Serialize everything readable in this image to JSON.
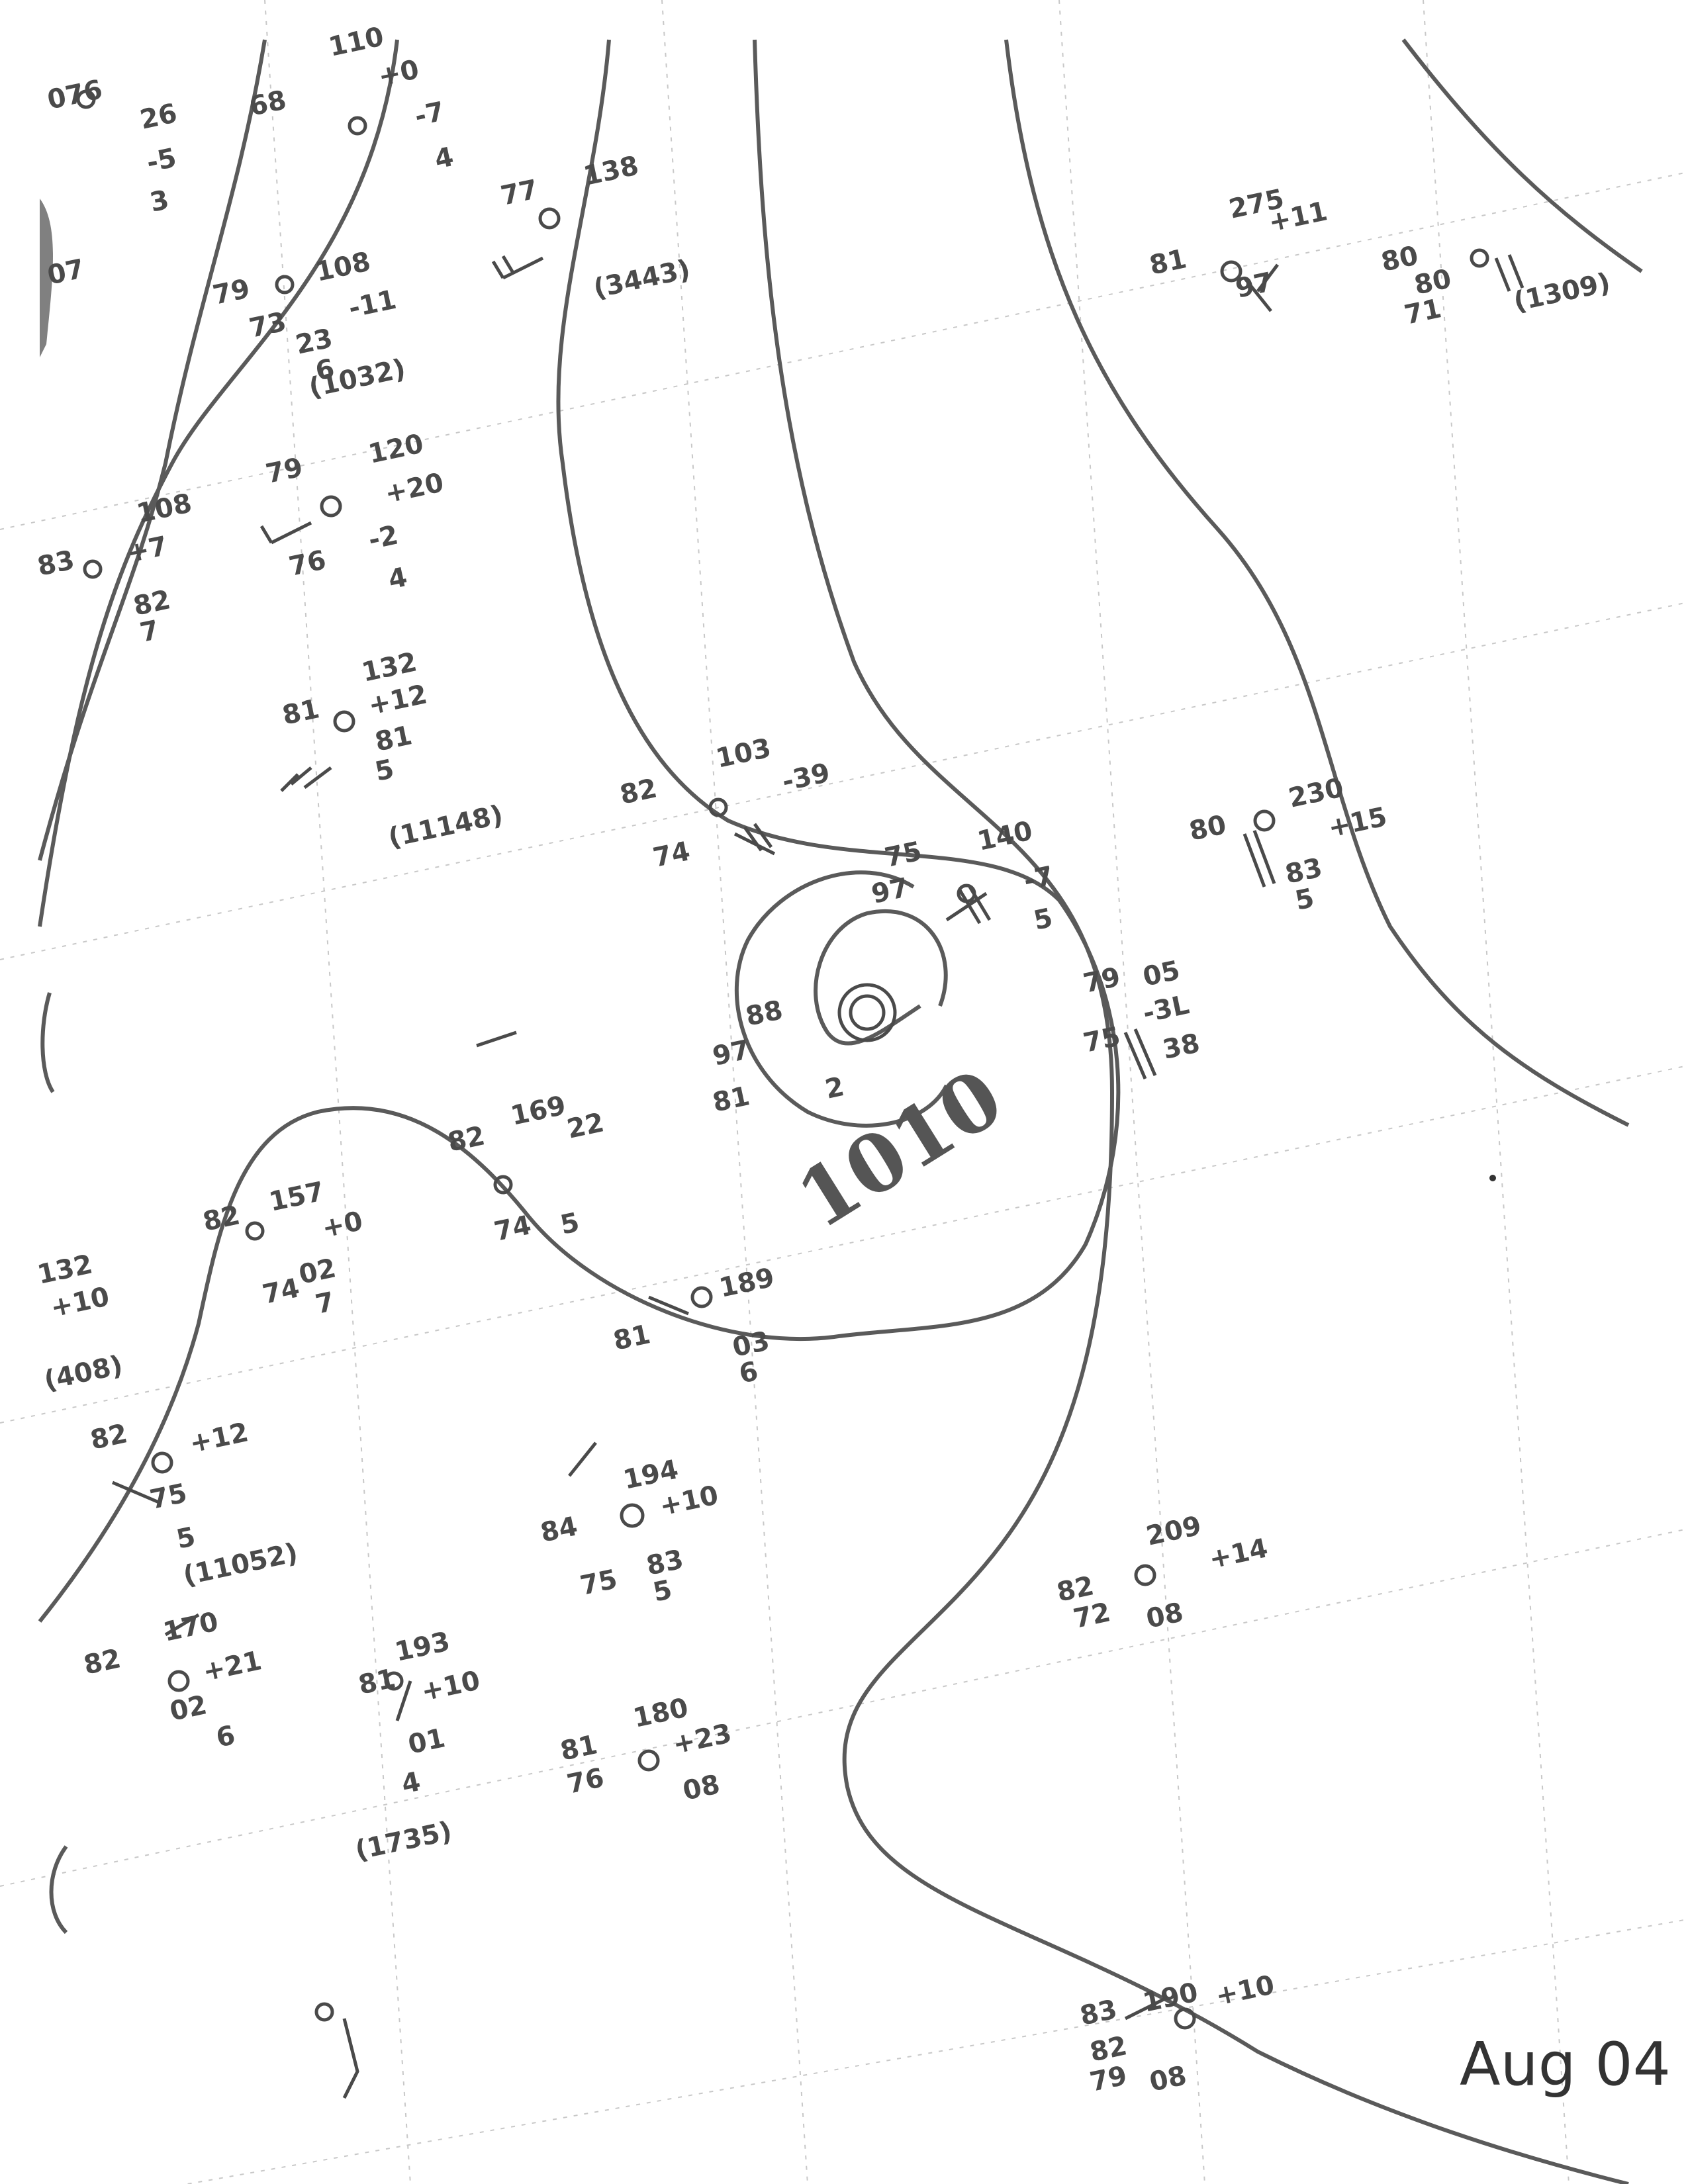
{
  "map": {
    "annotation": "Aug 04",
    "isobar_label": "1010",
    "colors": {
      "ink": "#4a4a4a",
      "isobar": "#5a5a5a",
      "grid": "#c8c8c8"
    },
    "stations": [
      {
        "id": "s1",
        "lines": [
          "076",
          "26",
          "-5",
          "3",
          "07"
        ]
      },
      {
        "id": "s2",
        "lines": [
          "68",
          "110",
          "+0",
          "-7",
          "4"
        ]
      },
      {
        "id": "s3",
        "lines": [
          "77",
          "138",
          "(3443)"
        ]
      },
      {
        "id": "s4",
        "lines": [
          "79",
          "108",
          "-11",
          "73",
          "23",
          "6",
          "(1032)"
        ]
      },
      {
        "id": "s5",
        "lines": [
          "83",
          "108",
          "+7",
          "82",
          "7"
        ]
      },
      {
        "id": "s6",
        "lines": [
          "79",
          "120",
          "+20",
          "76",
          "-2",
          "4"
        ]
      },
      {
        "id": "s7",
        "lines": [
          "81",
          "132",
          "+12",
          "81",
          "5",
          "(11148)"
        ]
      },
      {
        "id": "s8",
        "lines": [
          "82",
          "103",
          "-39",
          "74"
        ]
      },
      {
        "id": "s9",
        "lines": [
          "140",
          "75",
          "97",
          "-7",
          "5"
        ]
      },
      {
        "id": "s10",
        "lines": [
          "88",
          "97",
          "81",
          "2"
        ]
      },
      {
        "id": "s11",
        "lines": [
          "79",
          "05",
          "-3L",
          "75",
          "38"
        ]
      },
      {
        "id": "s12",
        "lines": [
          "80",
          "230",
          "+15",
          "83",
          "5"
        ]
      },
      {
        "id": "s13",
        "lines": [
          "81",
          "275",
          "+11",
          "97"
        ]
      },
      {
        "id": "s14",
        "lines": [
          "80",
          "80",
          "71",
          "(1309)"
        ]
      },
      {
        "id": "s15",
        "lines": [
          "82",
          "169",
          "22",
          "74",
          "5"
        ]
      },
      {
        "id": "s16",
        "lines": [
          "82",
          "157",
          "+0",
          "02",
          "74",
          "7"
        ]
      },
      {
        "id": "s17",
        "lines": [
          "81",
          "189",
          "03",
          "6"
        ]
      },
      {
        "id": "s18",
        "lines": [
          "132",
          "+10",
          "(408)"
        ]
      },
      {
        "id": "s19",
        "lines": [
          "82",
          "+12",
          "75",
          "5",
          "(11052)"
        ]
      },
      {
        "id": "s20",
        "lines": [
          "84",
          "194",
          "+10",
          "75",
          "83",
          "5"
        ]
      },
      {
        "id": "s21",
        "lines": [
          "82",
          "209",
          "+14",
          "72",
          "08"
        ]
      },
      {
        "id": "s22",
        "lines": [
          "82",
          "170",
          "+21",
          "02",
          "6"
        ]
      },
      {
        "id": "s23",
        "lines": [
          "81",
          "193",
          "+10",
          "01",
          "4",
          "(1735)"
        ]
      },
      {
        "id": "s24",
        "lines": [
          "81",
          "180",
          "+23",
          "76",
          "08"
        ]
      },
      {
        "id": "s25",
        "lines": [
          "83",
          "190",
          "+10",
          "82",
          "79",
          "08"
        ]
      }
    ]
  }
}
